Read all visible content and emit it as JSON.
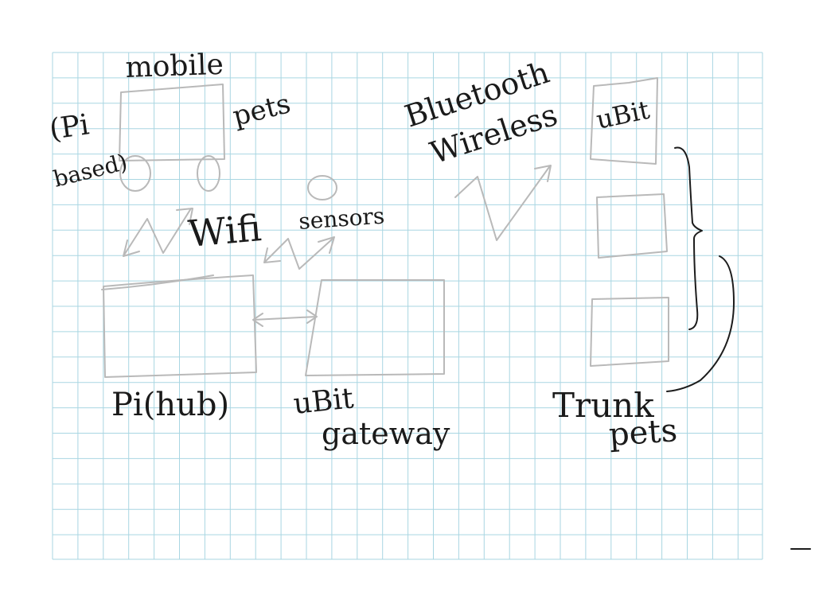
{
  "colors": {
    "grid_line": "#a9d6e2",
    "ink": "#1c1c1c",
    "pencil": "#b9b9b9",
    "background": "#ffffff"
  },
  "labels": {
    "mobile": "mobile",
    "pi_based_1": "(Pi",
    "pi_based_2": "based)",
    "pets_top": "pets",
    "bluetooth": "Bluetooth",
    "wireless": "Wireless",
    "ubit_top": "uBit",
    "wifi": "Wifi",
    "sensors": "sensors",
    "pi_hub": "Pi(hub)",
    "ubit_gateway_1": "uBit",
    "ubit_gateway_2": "gateway",
    "trunk": "Trunk",
    "pets_bottom": "pets"
  }
}
